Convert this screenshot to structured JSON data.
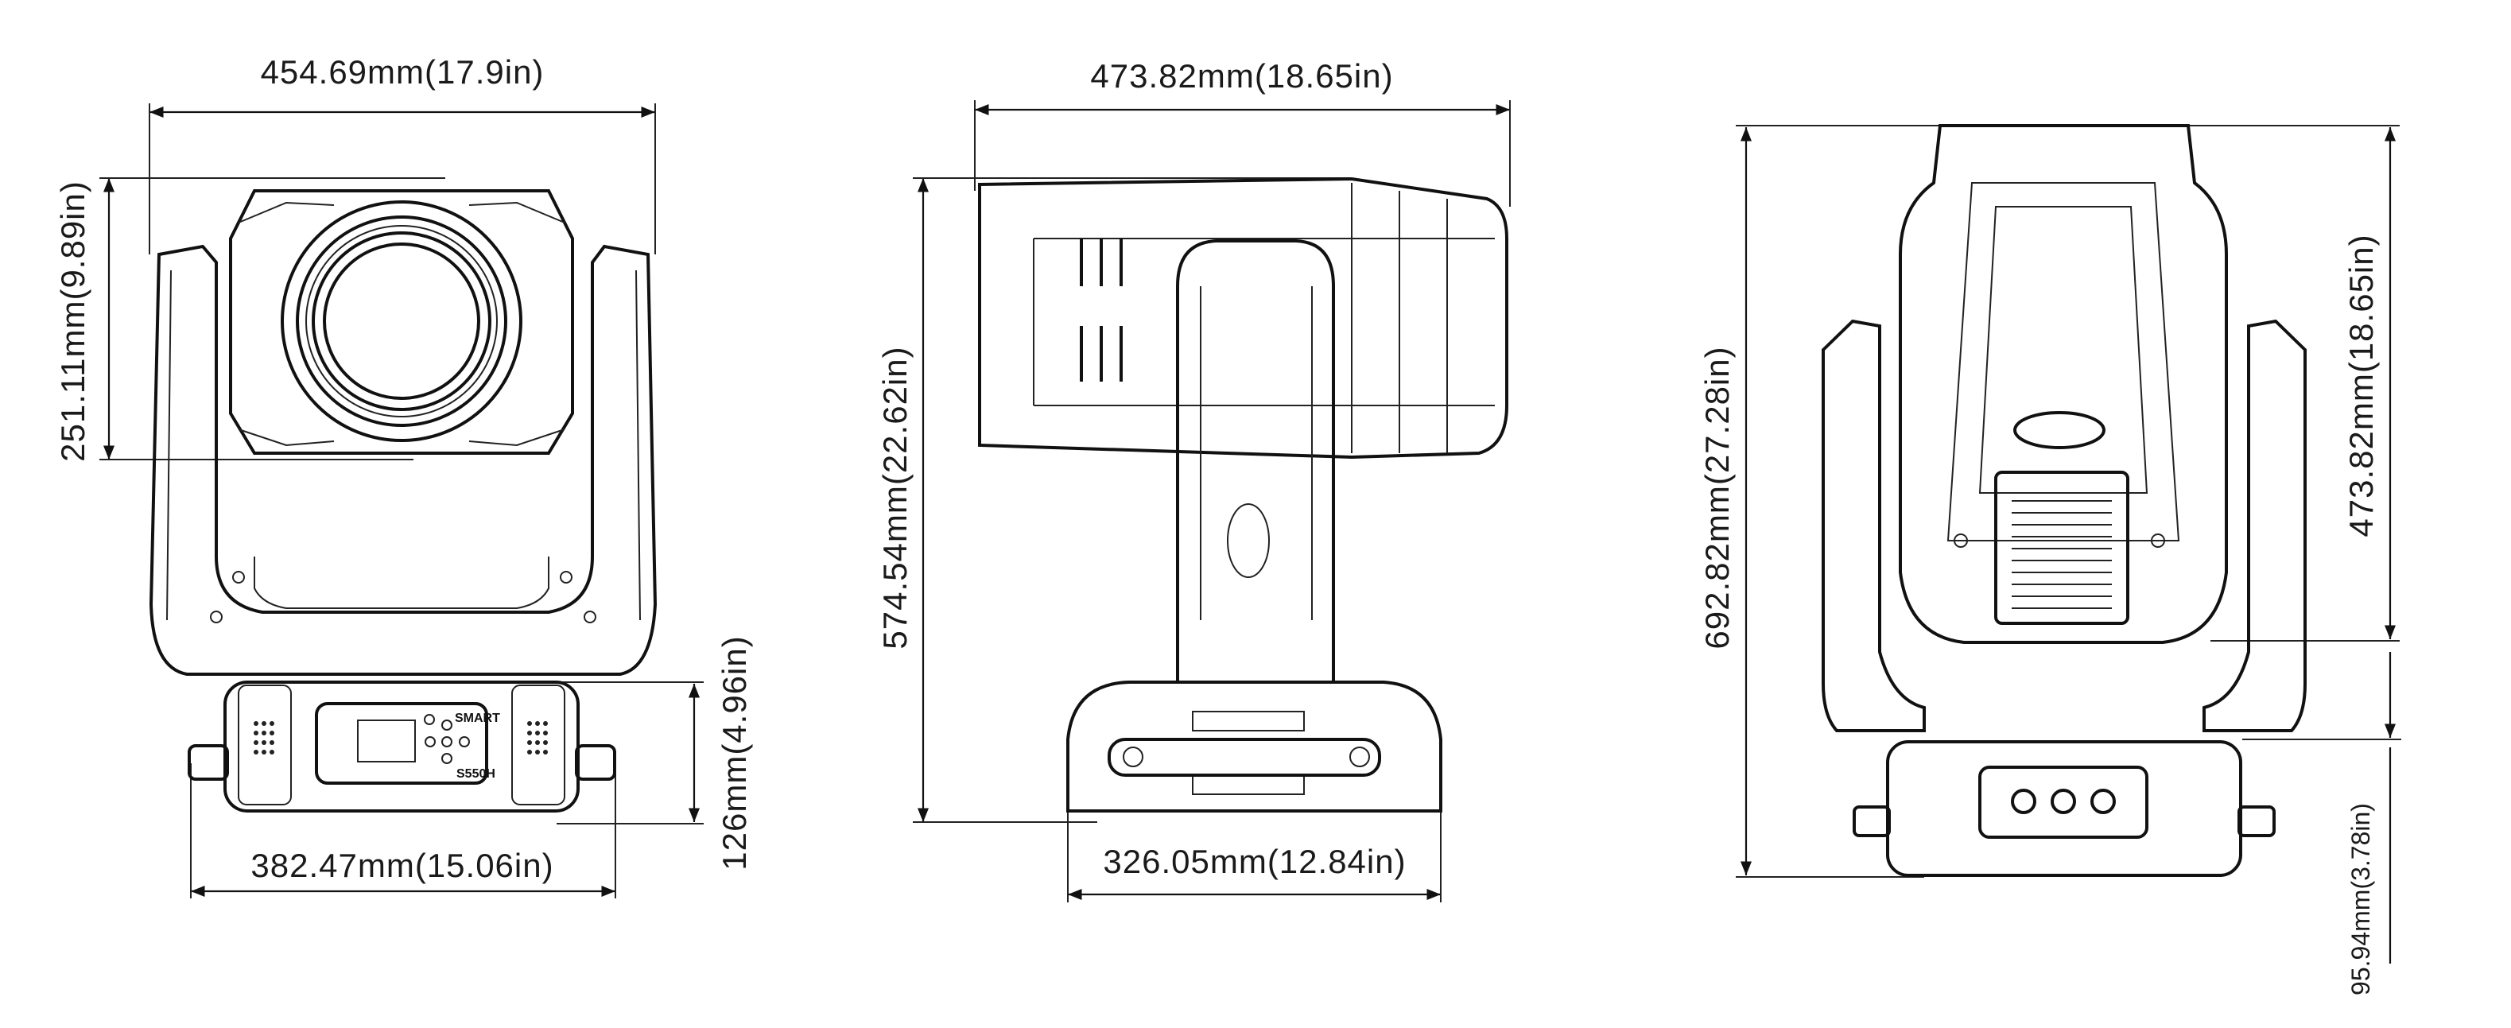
{
  "front_view": {
    "width_dim": "454.69mm(17.9in)",
    "head_height_dim": "251.11mm(9.89in)",
    "base_width_dim": "382.47mm(15.06in)",
    "base_height_dim": "126mm(4.96in)",
    "panel_brand": "SMART",
    "panel_model": "S550H"
  },
  "side_view": {
    "head_length_dim": "473.82mm(18.65in)",
    "total_height_dim": "574.54mm(22.62in)",
    "base_depth_dim": "326.05mm(12.84in)"
  },
  "back_view": {
    "total_height_dim": "692.82mm(27.28in)",
    "head_height_dim": "473.82mm(18.65in)",
    "base_height_dim": "95.94mm(3.78in)"
  }
}
